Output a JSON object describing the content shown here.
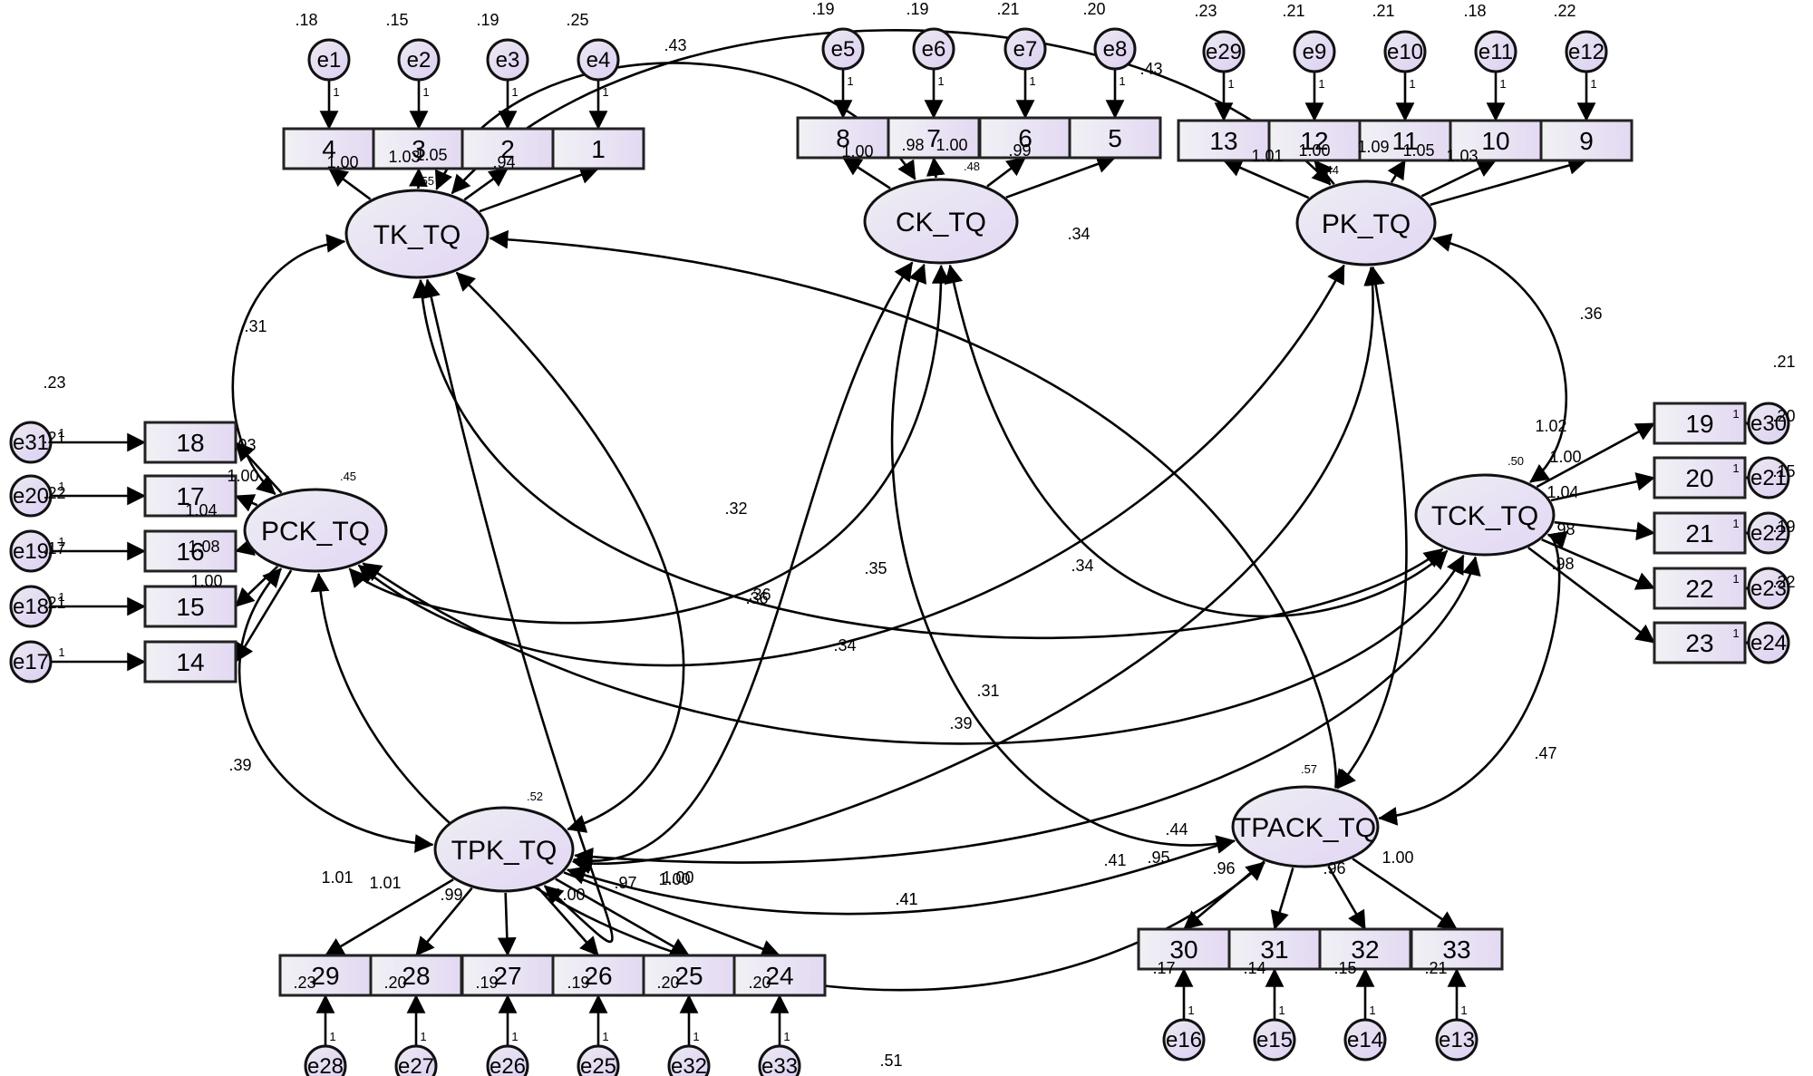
{
  "latents": [
    {
      "id": "TK_TQ",
      "label": "TK_TQ",
      "r2": ".55"
    },
    {
      "id": "CK_TQ",
      "label": "CK_TQ",
      "r2": ".48"
    },
    {
      "id": "PK_TQ",
      "label": "PK_TQ",
      "r2": ".44"
    },
    {
      "id": "PCK_TQ",
      "label": "PCK_TQ",
      "r2": ".45"
    },
    {
      "id": "TCK_TQ",
      "label": "TCK_TQ",
      "r2": ".50"
    },
    {
      "id": "TPK_TQ",
      "label": "TPK_TQ",
      "r2": ".52"
    },
    {
      "id": "TPACK_TQ",
      "label": "TPACK_TQ",
      "r2": ".57"
    }
  ],
  "indicators": [
    {
      "id": "i4",
      "label": "4",
      "factor": "TK_TQ",
      "loading": "1.00",
      "error": "e1",
      "err_var": ".18",
      "err_w": "1"
    },
    {
      "id": "i3",
      "label": "3",
      "factor": "TK_TQ",
      "loading": "1.03",
      "error": "e2",
      "err_var": ".15",
      "err_w": "1"
    },
    {
      "id": "i2",
      "label": "2",
      "factor": "TK_TQ",
      "loading": "1.05",
      "error": "e3",
      "err_var": ".19",
      "err_w": "1"
    },
    {
      "id": "i1",
      "label": "1",
      "factor": "TK_TQ",
      "loading": ".94",
      "error": "e4",
      "err_var": ".25",
      "err_w": "1"
    },
    {
      "id": "i8",
      "label": "8",
      "factor": "CK_TQ",
      "loading": "1.00",
      "error": "e5",
      "err_var": ".19",
      "err_w": "1"
    },
    {
      "id": "i7",
      "label": "7",
      "factor": "CK_TQ",
      "loading": ".98",
      "error": "e6",
      "err_var": ".19",
      "err_w": "1"
    },
    {
      "id": "i6",
      "label": "6",
      "factor": "CK_TQ",
      "loading": "1.00",
      "error": "e7",
      "err_var": ".21",
      "err_w": "1"
    },
    {
      "id": "i5",
      "label": "5",
      "factor": "CK_TQ",
      "loading": ".99",
      "error": "e8",
      "err_var": ".20",
      "err_w": "1"
    },
    {
      "id": "i13",
      "label": "13",
      "factor": "PK_TQ",
      "loading": "1.01",
      "error": "e29",
      "err_var": ".23",
      "err_w": "1"
    },
    {
      "id": "i12",
      "label": "12",
      "factor": "PK_TQ",
      "loading": "1.00",
      "error": "e9",
      "err_var": ".21",
      "err_w": "1"
    },
    {
      "id": "i11",
      "label": "11",
      "factor": "PK_TQ",
      "loading": "1.09",
      "error": "e10",
      "err_var": ".21",
      "err_w": "1"
    },
    {
      "id": "i10",
      "label": "10",
      "factor": "PK_TQ",
      "loading": "1.05",
      "error": "e11",
      "err_var": ".18",
      "err_w": "1"
    },
    {
      "id": "i9",
      "label": "9",
      "factor": "PK_TQ",
      "loading": "1.03",
      "error": "e12",
      "err_var": ".22",
      "err_w": "1"
    },
    {
      "id": "i18",
      "label": "18",
      "factor": "PCK_TQ",
      "loading": ".93",
      "error": "e31",
      "err_var": ".23",
      "err_w": "1"
    },
    {
      "id": "i17",
      "label": "17",
      "factor": "PCK_TQ",
      "loading": "1.00",
      "error": "e20",
      "err_var": ".21",
      "err_w": "1"
    },
    {
      "id": "i16",
      "label": "16",
      "factor": "PCK_TQ",
      "loading": "1.04",
      "error": "e19",
      "err_var": ".22",
      "err_w": "1"
    },
    {
      "id": "i15",
      "label": "15",
      "factor": "PCK_TQ",
      "loading": "1.08",
      "error": "e18",
      "err_var": ".17",
      "err_w": "1"
    },
    {
      "id": "i14",
      "label": "14",
      "factor": "PCK_TQ",
      "loading": "1.00",
      "error": "e17",
      "err_var": ".21",
      "err_w": "1"
    },
    {
      "id": "i19",
      "label": "19",
      "factor": "TCK_TQ",
      "loading": "1.02",
      "error": "e30",
      "err_var": ".21",
      "err_w": "1"
    },
    {
      "id": "i20",
      "label": "20",
      "factor": "TCK_TQ",
      "loading": "1.00",
      "error": "e21",
      "err_var": ".20",
      "err_w": "1"
    },
    {
      "id": "i21",
      "label": "21",
      "factor": "TCK_TQ",
      "loading": "1.04",
      "error": "e22",
      "err_var": ".15",
      "err_w": "1"
    },
    {
      "id": "i22",
      "label": "22",
      "factor": "TCK_TQ",
      "loading": ".98",
      "error": "e23",
      "err_var": ".19",
      "err_w": "1"
    },
    {
      "id": "i23",
      "label": "23",
      "factor": "TCK_TQ",
      "loading": ".98",
      "error": "e24",
      "err_var": ".22",
      "err_w": "1"
    },
    {
      "id": "i29",
      "label": "29",
      "factor": "TPK_TQ",
      "loading": "1.01",
      "error": "e28",
      "err_var": ".23",
      "err_w": "1"
    },
    {
      "id": "i28",
      "label": "28",
      "factor": "TPK_TQ",
      "loading": "1.01",
      "error": "e27",
      "err_var": ".20",
      "err_w": "1"
    },
    {
      "id": "i27",
      "label": "27",
      "factor": "TPK_TQ",
      "loading": ".99",
      "error": "e26",
      "err_var": ".19",
      "err_w": "1"
    },
    {
      "id": "i26",
      "label": "26",
      "factor": "TPK_TQ",
      "loading": "1.00",
      "error": "e25",
      "err_var": ".19",
      "err_w": "1"
    },
    {
      "id": "i25",
      "label": "25",
      "factor": "TPK_TQ",
      "loading": ".97",
      "error": "e32",
      "err_var": ".20",
      "err_w": "1"
    },
    {
      "id": "i24",
      "label": "24",
      "factor": "TPK_TQ",
      "loading": "1.00",
      "error": "e33",
      "err_var": ".20",
      "err_w": "1"
    },
    {
      "id": "i30",
      "label": "30",
      "factor": "TPACK_TQ",
      "loading": ".95",
      "error": "e16",
      "err_var": ".17",
      "err_w": "1"
    },
    {
      "id": "i31",
      "label": "31",
      "factor": "TPACK_TQ",
      "loading": ".96",
      "error": "e15",
      "err_var": ".14",
      "err_w": "1"
    },
    {
      "id": "i32",
      "label": "32",
      "factor": "TPACK_TQ",
      "loading": ".96",
      "error": "e14",
      "err_var": ".15",
      "err_w": "1"
    },
    {
      "id": "i33",
      "label": "33",
      "factor": "TPACK_TQ",
      "loading": "1.00",
      "error": "e13",
      "err_var": ".21",
      "err_w": "1"
    }
  ],
  "covariances": [
    {
      "from": "TK_TQ",
      "to": "CK_TQ",
      "value": ".43"
    },
    {
      "from": "TK_TQ",
      "to": "PK_TQ",
      "value": ".43"
    },
    {
      "from": "TK_TQ",
      "to": "PCK_TQ",
      "value": ".31"
    },
    {
      "from": "TK_TQ",
      "to": "TCK_TQ",
      "value": ".32"
    },
    {
      "from": "TK_TQ",
      "to": "TPK_TQ",
      "value": ".36"
    },
    {
      "from": "TK_TQ",
      "to": "TPACK_TQ",
      "value": ".34"
    },
    {
      "from": "CK_TQ",
      "to": "PCK_TQ",
      "value": ".36"
    },
    {
      "from": "CK_TQ",
      "to": "TCK_TQ",
      "value": ".34"
    },
    {
      "from": "CK_TQ",
      "to": "TPK_TQ",
      "value": ".34"
    },
    {
      "from": "CK_TQ",
      "to": "TPACK_TQ",
      "value": ".35"
    },
    {
      "from": "PK_TQ",
      "to": "PCK_TQ",
      "value": ".31"
    },
    {
      "from": "PK_TQ",
      "to": "TCK_TQ",
      "value": ".36"
    },
    {
      "from": "PK_TQ",
      "to": "TPK_TQ",
      "value": ".39"
    },
    {
      "from": "PK_TQ",
      "to": "TPACK_TQ",
      "value": ".41"
    },
    {
      "from": "PCK_TQ",
      "to": "TPK_TQ",
      "value": ".39"
    },
    {
      "from": "PCK_TQ",
      "to": "TCK_TQ",
      "value": ".41"
    },
    {
      "from": "PCK_TQ",
      "to": "TPACK_TQ",
      "value": ".51"
    },
    {
      "from": "TCK_TQ",
      "to": "TPACK_TQ",
      "value": ".47"
    },
    {
      "from": "TCK_TQ",
      "to": "TPK_TQ",
      "value": ".41"
    },
    {
      "from": "TPK_TQ",
      "to": "TPACK_TQ",
      "value": ".44"
    },
    {
      "from": "TK_TQ",
      "to": "TPK_TQ",
      "value": "1.00"
    }
  ]
}
